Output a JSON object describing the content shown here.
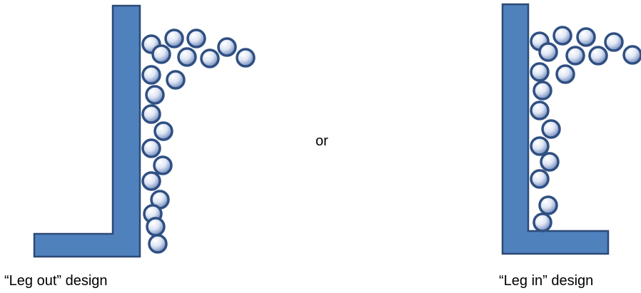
{
  "diagram": {
    "connector_text": "or",
    "designs": [
      {
        "id": "leg-out",
        "caption": "“Leg out” design"
      },
      {
        "id": "leg-in",
        "caption": "“Leg in” design"
      }
    ],
    "colors": {
      "bracket_fill": "#4f81bd",
      "bracket_stroke": "#2c4a75",
      "ball_stroke": "#2f4f82",
      "ball_highlight": "#ffffff",
      "ball_shadow": "#5a78b2"
    }
  }
}
